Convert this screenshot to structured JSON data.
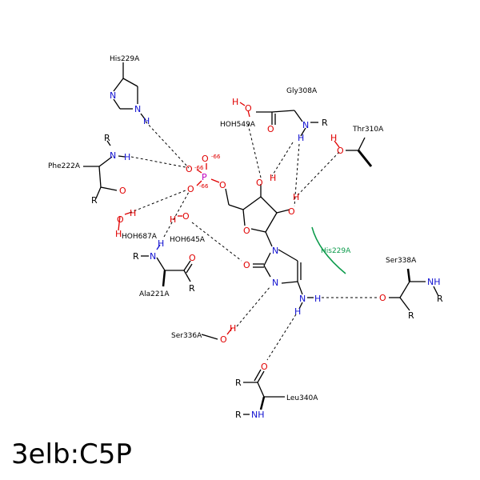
{
  "title": "3elb:C5P",
  "residues": {
    "his229_top": "His229A",
    "gly308": "Gly308A",
    "hoh549": "HOH549A",
    "thr310": "Thr310A",
    "phe222": "Phe222A",
    "hoh687": "HOH687A",
    "hoh645": "HOH645A",
    "ala221": "Ala221A",
    "his229_arc": "His229A",
    "ser338": "Ser338A",
    "ser336": "Ser336A",
    "leu340": "Leu340A"
  },
  "atoms": {
    "N": "N",
    "H": "H",
    "O": "O",
    "P": "P",
    "R": "R",
    "NH": "NH",
    "charge": "-66"
  },
  "colors": {
    "nitrogen": "#1010d0",
    "oxygen": "#e00000",
    "phosphorus": "#c000c0",
    "hydrophobic_arc": "#0a9a4a"
  }
}
